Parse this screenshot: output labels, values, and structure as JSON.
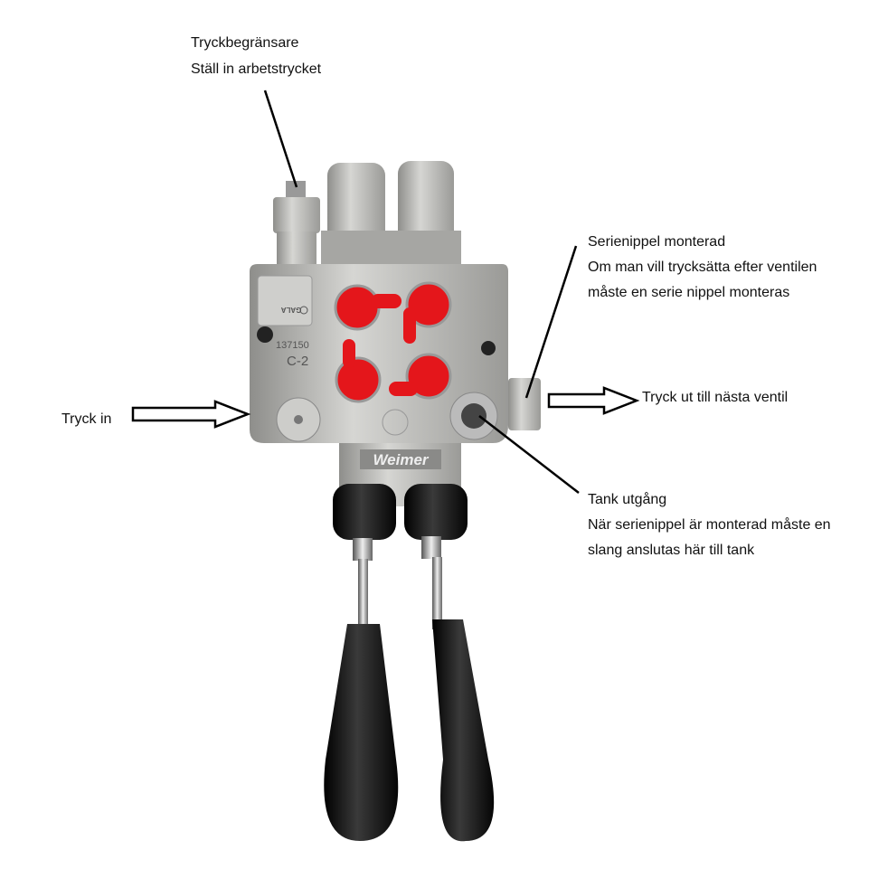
{
  "labels": {
    "pressure_relief": {
      "title": "Tryckbegränsare",
      "desc": "Ställ in arbetstrycket"
    },
    "series_nipple": {
      "title": "Serienippel monterad",
      "line1": "Om man vill trycksätta efter ventilen",
      "line2": "måste en serie nippel monteras"
    },
    "pressure_in": "Tryck in",
    "pressure_out": "Tryck ut till nästa ventil",
    "tank_outlet": {
      "title": "Tank utgång",
      "line1": "När serienippel är monterad måste en",
      "line2": "slang anslutas här till tank"
    }
  },
  "valve": {
    "part_number": "137150",
    "model": "C-2",
    "brand_watermark": "Weimer",
    "plate_brand": "GALA"
  },
  "colors": {
    "metal": "#b9b9b6",
    "cap_red": "#e4161b",
    "handle": "#111111"
  }
}
